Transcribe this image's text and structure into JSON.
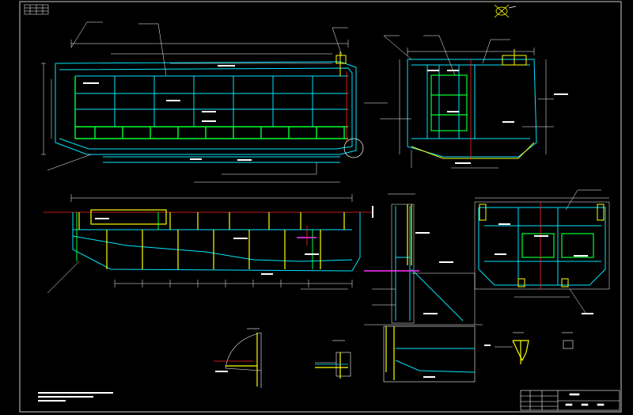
{
  "colors": {
    "background": "#000000",
    "frame": "#ffffff",
    "outline": "#00e5ff",
    "stiffener": "#00ff33",
    "member": "#ffff00",
    "centerline": "#ff2222",
    "plate": "#ff33ff",
    "dim": "#ffffff"
  },
  "views": [
    {
      "id": "side-elevation",
      "name": "side-elevation-view"
    },
    {
      "id": "end-section",
      "name": "end-section-view"
    },
    {
      "id": "lower-elevation",
      "name": "lower-elevation-view"
    },
    {
      "id": "section-a",
      "name": "section-a-view"
    },
    {
      "id": "plan-section",
      "name": "plan-section-view"
    },
    {
      "id": "detail-1",
      "name": "detail-1-view"
    },
    {
      "id": "detail-2",
      "name": "detail-2-view"
    },
    {
      "id": "detail-3",
      "name": "detail-3-view"
    },
    {
      "id": "detail-4",
      "name": "detail-4-view"
    }
  ],
  "title_block": {
    "name": "title-block"
  }
}
